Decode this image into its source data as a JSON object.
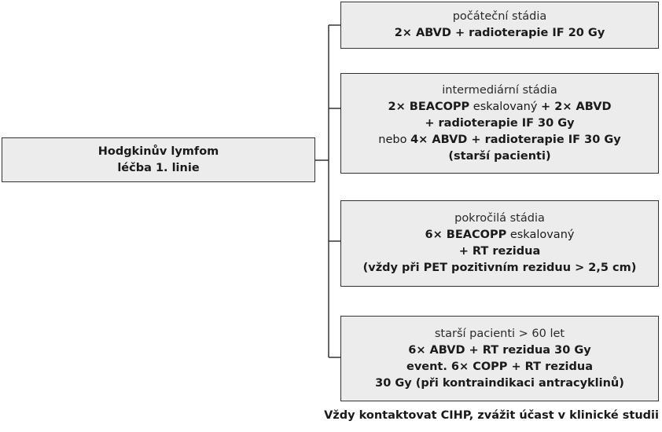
{
  "root": {
    "line1": "Hodgkinův lymfom",
    "line2": "léčba 1. linie"
  },
  "branches": [
    {
      "heading": "počáteční stádia",
      "lines": [
        [
          {
            "t": "2× ABVD + radioterapie IF 20 Gy",
            "b": true
          }
        ]
      ]
    },
    {
      "heading": "intermediární stádia",
      "lines": [
        [
          {
            "t": "2× BEACOPP",
            "b": true
          },
          {
            "t": " eskalovaný ",
            "b": false
          },
          {
            "t": "+ 2× ABVD",
            "b": true
          }
        ],
        [
          {
            "t": "+ radioterapie IF 30 Gy",
            "b": true
          }
        ],
        [
          {
            "t": "nebo ",
            "b": false
          },
          {
            "t": "4× ABVD + radioterapie IF 30 Gy",
            "b": true
          }
        ],
        [
          {
            "t": "(starší pacienti)",
            "b": true
          }
        ]
      ]
    },
    {
      "heading": "pokročilá stádia",
      "lines": [
        [
          {
            "t": "6× BEACOPP",
            "b": true
          },
          {
            "t": " eskalovaný",
            "b": false
          }
        ],
        [
          {
            "t": "+ RT rezidua",
            "b": true
          }
        ],
        [
          {
            "t": "(vždy při PET pozitivním reziduu > 2,5 cm)",
            "b": true
          }
        ]
      ]
    },
    {
      "heading": "starší pacienti > 60 let",
      "lines": [
        [
          {
            "t": "6× ABVD + RT rezidua 30 Gy",
            "b": true
          }
        ],
        [
          {
            "t": "event. 6× COPP + RT rezidua",
            "b": true
          }
        ],
        [
          {
            "t": "30 Gy (při kontraindikaci antracyklinů)",
            "b": true
          }
        ]
      ]
    }
  ],
  "footer": "Vždy kontaktovat CIHP, zvážit účast v klinické studii"
}
